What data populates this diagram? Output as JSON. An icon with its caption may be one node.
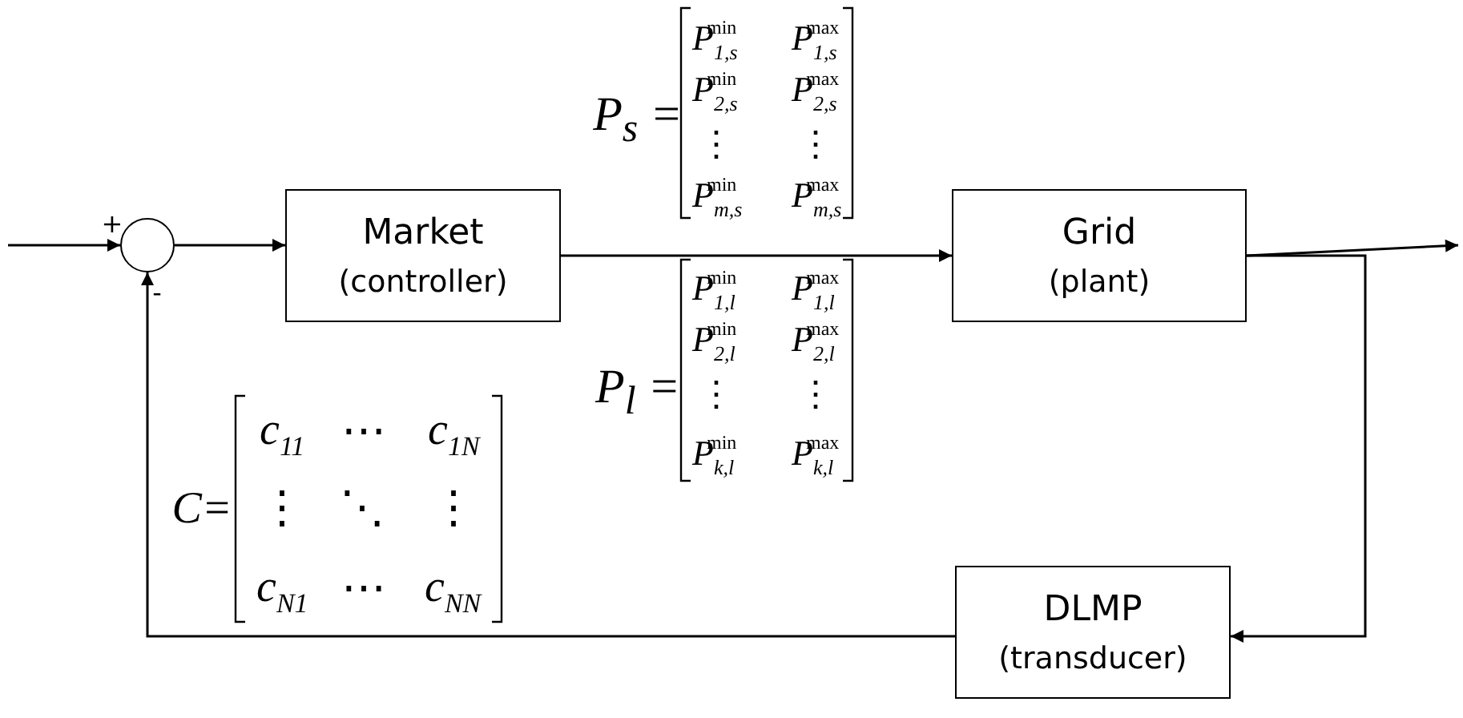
{
  "diagram": {
    "nodes": [
      {
        "text": [],
        "shape": "circle"
      },
      {
        "text": [
          "Market",
          "(controller)"
        ]
      },
      {
        "text": [
          "Grid",
          "(plant)"
        ]
      },
      {
        "text": [
          "DLMP",
          "(transducer)"
        ]
      }
    ],
    "edges": [
      {
        "from": null,
        "to": 0,
        "arrow": "to"
      },
      {
        "from": 0,
        "to": 1,
        "arrow": "to"
      },
      {
        "from": 1,
        "to": 2,
        "arrow": "to"
      },
      {
        "from": 2,
        "to": null,
        "arrow": "to"
      },
      {
        "from": 2,
        "to": 3,
        "arrow": "to"
      },
      {
        "from": 3,
        "to": 0,
        "arrow": "to"
      }
    ],
    "labels": [
      "+",
      "-",
      "P$_{s}$ =",
      "P$_{1,s}$$^{min}$",
      "P$_{1,s}$$^{max}$",
      "P$_{2,s}$$^{min}$",
      "P$_{2,s}$$^{max}$",
      "⋮",
      "⋮",
      "P$_{m,s}$$^{min}$",
      "P$_{m,s}$$^{max}$",
      "P$_{l}$ =",
      "P$_{1,l}$$^{min}$",
      "P$_{1,l}$$^{max}$",
      "P$_{2,l}$$^{min}$",
      "P$_{2,l}$$^{max}$",
      "⋮",
      "⋮",
      "P$_{k,l}$$^{min}$",
      "P$_{k,l}$$^{max}$",
      "C=",
      "c$_{11}$",
      "⋯",
      "c$_{1N}$",
      "⋮",
      "⋱",
      "⋮",
      "c$_{N1}$",
      "⋯",
      "c$_{NN}$"
    ]
  }
}
